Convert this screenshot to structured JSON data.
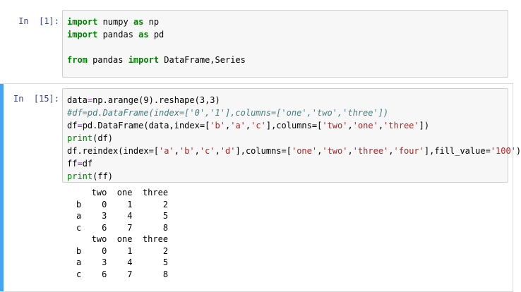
{
  "cells": [
    {
      "prompt": "In  [1]:",
      "lines": [
        [
          {
            "t": "import",
            "c": "kw"
          },
          {
            "t": " numpy ",
            "c": ""
          },
          {
            "t": "as",
            "c": "kw"
          },
          {
            "t": " np",
            "c": ""
          }
        ],
        [
          {
            "t": "import",
            "c": "kw"
          },
          {
            "t": " pandas ",
            "c": ""
          },
          {
            "t": "as",
            "c": "kw"
          },
          {
            "t": " pd",
            "c": ""
          }
        ],
        [],
        [
          {
            "t": "from",
            "c": "kw"
          },
          {
            "t": " pandas ",
            "c": ""
          },
          {
            "t": "import",
            "c": "kw"
          },
          {
            "t": " DataFrame,Series",
            "c": ""
          }
        ]
      ]
    },
    {
      "prompt": "In  [15]:",
      "lines": [
        [
          {
            "t": "data",
            "c": ""
          },
          {
            "t": "=",
            "c": "op"
          },
          {
            "t": "np.arange(9).reshape(3,3)",
            "c": ""
          }
        ],
        [
          {
            "t": "#df=pd.DataFrame(index=['0','1'],columns=['one','two','three'])",
            "c": "com"
          }
        ],
        [
          {
            "t": "df",
            "c": ""
          },
          {
            "t": "=",
            "c": "op"
          },
          {
            "t": "pd.DataFrame(data,index=[",
            "c": ""
          },
          {
            "t": "'b'",
            "c": "str"
          },
          {
            "t": ",",
            "c": ""
          },
          {
            "t": "'a'",
            "c": "str"
          },
          {
            "t": ",",
            "c": ""
          },
          {
            "t": "'c'",
            "c": "str"
          },
          {
            "t": "],columns=[",
            "c": ""
          },
          {
            "t": "'two'",
            "c": "str"
          },
          {
            "t": ",",
            "c": ""
          },
          {
            "t": "'one'",
            "c": "str"
          },
          {
            "t": ",",
            "c": ""
          },
          {
            "t": "'three'",
            "c": "str"
          },
          {
            "t": "])",
            "c": ""
          }
        ],
        [
          {
            "t": "print",
            "c": "bi"
          },
          {
            "t": "(df)",
            "c": ""
          }
        ],
        [
          {
            "t": "df.reindex(index=[",
            "c": ""
          },
          {
            "t": "'a'",
            "c": "str"
          },
          {
            "t": ",",
            "c": ""
          },
          {
            "t": "'b'",
            "c": "str"
          },
          {
            "t": ",",
            "c": ""
          },
          {
            "t": "'c'",
            "c": "str"
          },
          {
            "t": ",",
            "c": ""
          },
          {
            "t": "'d'",
            "c": "str"
          },
          {
            "t": "],columns=[",
            "c": ""
          },
          {
            "t": "'one'",
            "c": "str"
          },
          {
            "t": ",",
            "c": ""
          },
          {
            "t": "'two'",
            "c": "str"
          },
          {
            "t": ",",
            "c": ""
          },
          {
            "t": "'three'",
            "c": "str"
          },
          {
            "t": ",",
            "c": ""
          },
          {
            "t": "'four'",
            "c": "str"
          },
          {
            "t": "],fill_value=",
            "c": ""
          },
          {
            "t": "'100'",
            "c": "str"
          },
          {
            "t": ")",
            "c": ""
          }
        ],
        [
          {
            "t": "ff",
            "c": ""
          },
          {
            "t": "=",
            "c": "op"
          },
          {
            "t": "df",
            "c": ""
          }
        ],
        [
          {
            "t": "print",
            "c": "bi"
          },
          {
            "t": "(ff)",
            "c": ""
          }
        ]
      ],
      "output": [
        "   two  one  three",
        "b    0    1      2",
        "a    3    4      5",
        "c    6    7      8",
        "   two  one  three",
        "b    0    1      2",
        "a    3    4      5",
        "c    6    7      8"
      ]
    }
  ],
  "colors": {
    "prompt": "#303f9f",
    "keyword": "#008000",
    "string": "#ba2121",
    "comment": "#408080",
    "operator": "#aa22ff",
    "selected_cell_bar": "#42a5f5",
    "input_background": "#f7f7f7"
  }
}
